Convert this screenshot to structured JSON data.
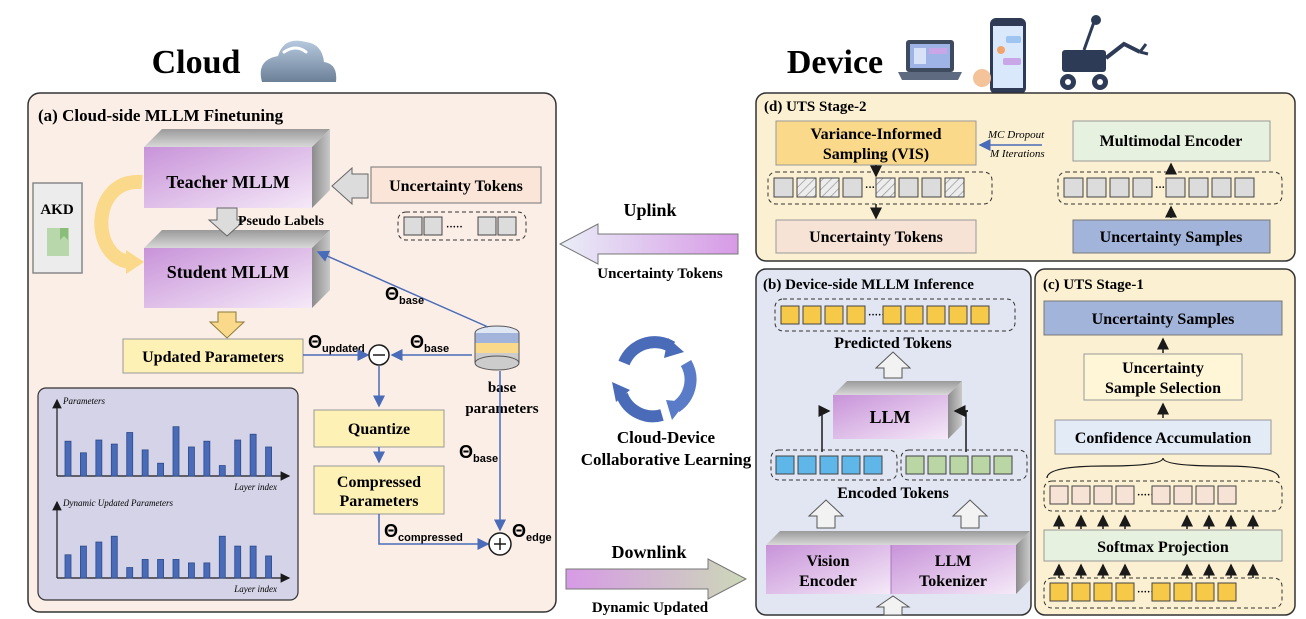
{
  "headers": {
    "cloud": "Cloud",
    "device": "Device"
  },
  "cloud_panel": {
    "title": "(a) Cloud-side MLLM Finetuning",
    "teacher": "Teacher MLLM",
    "student": "Student MLLM",
    "akd": "AKD",
    "pseudo_labels": "Pseudo Labels",
    "uncertainty_tokens": "Uncertainty Tokens",
    "updated_parameters": "Updated Parameters",
    "quantize": "Quantize",
    "compressed_line1": "Compressed",
    "compressed_line2": "Parameters",
    "base_line1": "base",
    "base_line2": "parameters",
    "theta": "Θ",
    "sub_base": "base",
    "sub_updated": "updated",
    "sub_compressed": "compressed",
    "sub_edge": "edge",
    "minus": "⊖",
    "plus": "⊕"
  },
  "chart_data": [
    {
      "type": "bar",
      "title": "Parameters",
      "xlabel": "Layer index",
      "values": [
        0.6,
        0.4,
        0.62,
        0.55,
        0.75,
        0.45,
        0.22,
        0.85,
        0.5,
        0.6,
        0.18,
        0.62,
        0.72,
        0.5
      ]
    },
    {
      "type": "bar",
      "title": "Dynamic Updated Parameters",
      "xlabel": "Layer index",
      "values": [
        0.4,
        0.55,
        0.62,
        0.72,
        0.18,
        0.32,
        0.32,
        0.32,
        0.26,
        0.26,
        0.72,
        0.55,
        0.55,
        0.38
      ]
    }
  ],
  "links": {
    "uplink": "Uplink",
    "uplink_sub": "Uncertainty Tokens",
    "collab_line1": "Cloud-Device",
    "collab_line2": "Collaborative Learning",
    "downlink": "Downlink",
    "downlink_sub": "Dynamic Updated"
  },
  "stage2": {
    "title": "(d) UTS Stage-2",
    "vis_line1": "Variance-Informed",
    "vis_line2": "Sampling (VIS)",
    "mc_line1": "MC Dropout",
    "mc_line2": "M Iterations",
    "encoder": "Multimodal Encoder",
    "tokens": "Uncertainty Tokens",
    "samples": "Uncertainty Samples",
    "dots": "·····"
  },
  "inference": {
    "title": "(b) Device-side MLLM Inference",
    "predicted": "Predicted Tokens",
    "llm": "LLM",
    "encoded": "Encoded Tokens",
    "vision_line1": "Vision",
    "vision_line2": "Encoder",
    "tokenizer_line1": "LLM",
    "tokenizer_line2": "Tokenizer",
    "dots": "·····"
  },
  "stage1": {
    "title": "(c) UTS Stage-1",
    "samples": "Uncertainty Samples",
    "selection_line1": "Uncertainty",
    "selection_line2": "Sample Selection",
    "confidence": "Confidence Accumulation",
    "softmax": "Softmax Projection",
    "dots": "·····"
  },
  "colors": {
    "cloud_bg": "#fbeee6",
    "device_top_bg": "#fbf0d2",
    "device_left_bg": "#e1e6f2",
    "yellow_box": "#fdf1b6",
    "vis_box": "#fbd98a",
    "green_box": "#e7f1e0",
    "peach_box": "#f7e2d6",
    "blue_box": "#a3b4da",
    "purple_grad_start": "#c89ad8",
    "purple_grad_end": "#f4e8f7",
    "arrow_blue": "#4a6bb8",
    "token_blue": "#5fb6e8",
    "token_green": "#b9d6a4",
    "token_yellow": "#f6c948"
  }
}
